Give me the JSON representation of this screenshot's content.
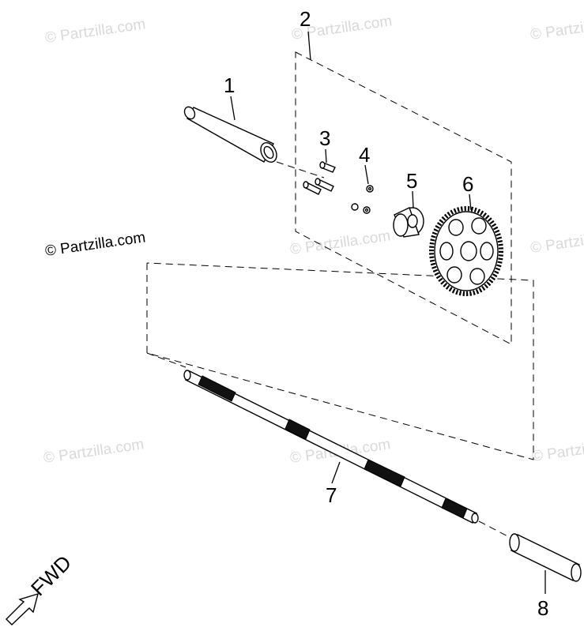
{
  "callouts": {
    "c1": "1",
    "c2": "2",
    "c3": "3",
    "c4": "4",
    "c5": "5",
    "c6": "6",
    "c7": "7",
    "c8": "8"
  },
  "watermark": "© Partzilla.com",
  "direction_label": "FWD",
  "colors": {
    "line": "#000000",
    "watermark": "#d9d9d9",
    "background": "#ffffff"
  }
}
